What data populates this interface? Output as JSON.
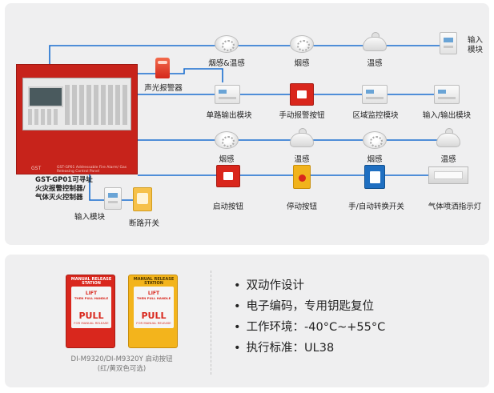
{
  "diagram": {
    "controller": {
      "brand": "GST",
      "model_line1": "GST-GP01",
      "model_line2": "Addressable Fire Alarm/",
      "model_line3": "Gas Releasing Control Panel",
      "caption_lines": [
        "GST-GP01可寻址",
        "火灾报警控制器/",
        "气体灭火控制器"
      ]
    },
    "labels": {
      "smoke_heat": "烟感&温感",
      "smoke1": "烟感",
      "heat1": "温感",
      "input_module1": "输入模块",
      "audible_visual_alarm": "声光报警器",
      "single_output_module": "单路输出模块",
      "manual_call_point": "手动报警按钮",
      "zone_monitor_module": "区域监控模块",
      "input_output_module": "输入/输出模块",
      "smoke2": "烟感",
      "heat2": "温感",
      "smoke3": "烟感",
      "heat3": "温感",
      "start_button": "启动按钮",
      "stop_button": "停动按钮",
      "manual_auto_switch": "手/自动转换开关",
      "gas_spray_lamp": "气体喷洒指示灯",
      "input_module2": "输入模块",
      "circuit_breaker": "断路开关"
    }
  },
  "product": {
    "station_red": {
      "head": "MANUAL RELEASE STATION",
      "lift": "LIFT",
      "lift_sub": "THEN PULL HANDLE",
      "pull": "PULL",
      "pull_sub": "FOR MANUAL RELEASE"
    },
    "station_yellow": {
      "head": "MANUAL RELEASE STATION",
      "lift": "LIFT",
      "lift_sub": "THEN PULL HANDLE",
      "pull": "PULL",
      "pull_sub": "FOR MANUAL RELEASE"
    },
    "caption_line1": "DI-M9320/DI-M9320Y 启动按钮",
    "caption_line2": "(红/黄双色可选)",
    "features": [
      "双动作设计",
      "电子编码，专用钥匙复位",
      "工作环境：-40°C~+55°C",
      "执行标准：UL38"
    ]
  },
  "colors": {
    "wire": "#1a6fd0",
    "panel_bg": "#efeff0",
    "controller_red": "#c7231b"
  }
}
